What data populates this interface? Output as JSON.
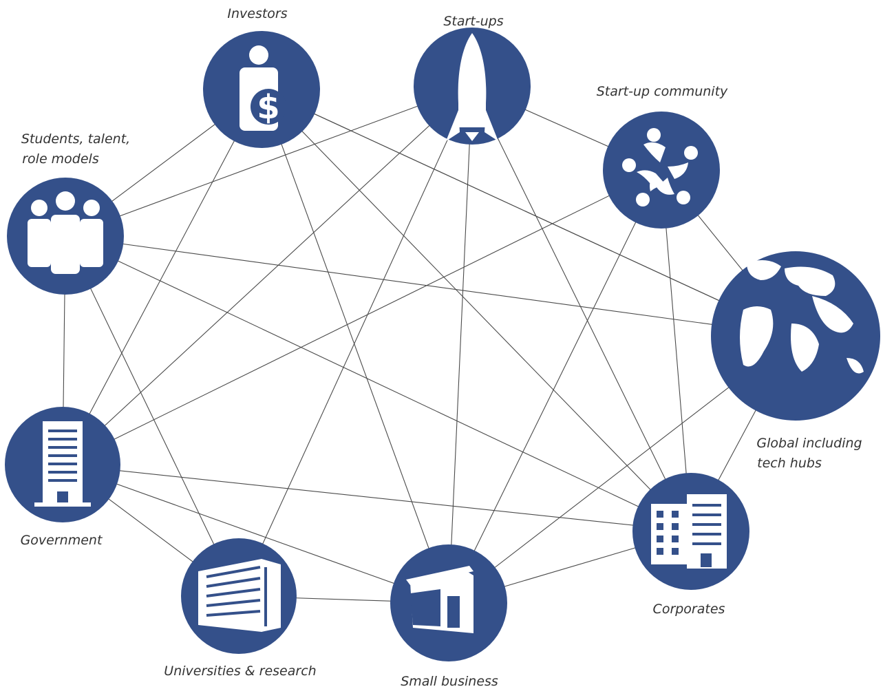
{
  "colors": {
    "node": "#34508a",
    "edge": "#4a4a4a",
    "label": "#333333",
    "background": "#ffffff"
  },
  "nodes": {
    "investors": {
      "label": "Investors",
      "icon": "investor-dollar-icon"
    },
    "startups": {
      "label": "Start-ups",
      "icon": "rocket-icon"
    },
    "community": {
      "label": "Start-up community",
      "icon": "community-people-icon"
    },
    "students": {
      "label_lines": [
        "Students, talent,",
        "role models"
      ],
      "icon": "people-group-icon"
    },
    "global": {
      "label_lines": [
        "Global including",
        "tech hubs"
      ],
      "icon": "globe-icon"
    },
    "government": {
      "label": "Government",
      "icon": "office-building-icon"
    },
    "corporates": {
      "label": "Corporates",
      "icon": "corporate-buildings-icon"
    },
    "universities": {
      "label": "Universities & research",
      "icon": "university-building-icon"
    },
    "smallbiz": {
      "label": "Small business",
      "icon": "shop-icon"
    }
  },
  "edges": [
    [
      "students",
      "investors"
    ],
    [
      "students",
      "global"
    ],
    [
      "students",
      "government"
    ],
    [
      "students",
      "universities"
    ],
    [
      "students",
      "corporates"
    ],
    [
      "investors",
      "government"
    ],
    [
      "investors",
      "smallbiz"
    ],
    [
      "investors",
      "global"
    ],
    [
      "investors",
      "corporates"
    ],
    [
      "startups",
      "government"
    ],
    [
      "startups",
      "universities"
    ],
    [
      "startups",
      "smallbiz"
    ],
    [
      "startups",
      "community"
    ],
    [
      "startups",
      "corporates"
    ],
    [
      "startups",
      "students"
    ],
    [
      "community",
      "government"
    ],
    [
      "community",
      "smallbiz"
    ],
    [
      "community",
      "corporates"
    ],
    [
      "community",
      "global"
    ],
    [
      "global",
      "smallbiz"
    ],
    [
      "global",
      "corporates"
    ],
    [
      "global",
      "investors"
    ],
    [
      "government",
      "universities"
    ],
    [
      "government",
      "smallbiz"
    ],
    [
      "government",
      "corporates"
    ],
    [
      "universities",
      "smallbiz"
    ],
    [
      "smallbiz",
      "corporates"
    ]
  ]
}
